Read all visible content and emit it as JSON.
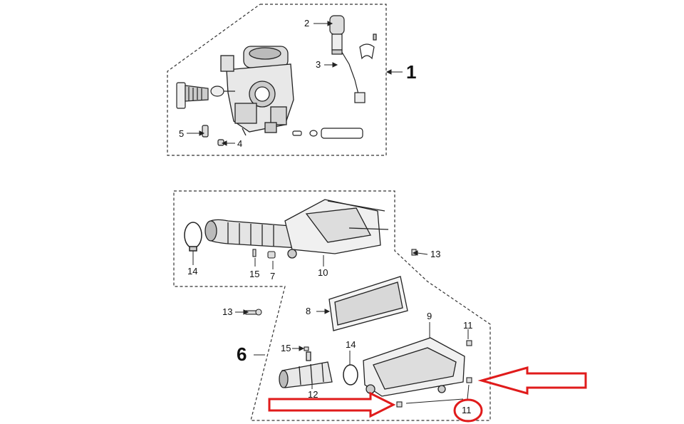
{
  "groups": [
    "1",
    "6"
  ],
  "parts": {
    "p2": "2",
    "p3": "3",
    "p4": "4",
    "p5": "5",
    "p14a": "14",
    "p15a": "15",
    "p7": "7",
    "p10": "10",
    "p13a": "13",
    "p13b": "13",
    "p8": "8",
    "p9": "9",
    "p11a": "11",
    "p15b": "15",
    "p14b": "14",
    "p12": "12",
    "p11b": "11"
  },
  "highlight": {
    "color": "#e01b1b",
    "circled_part": "11"
  }
}
